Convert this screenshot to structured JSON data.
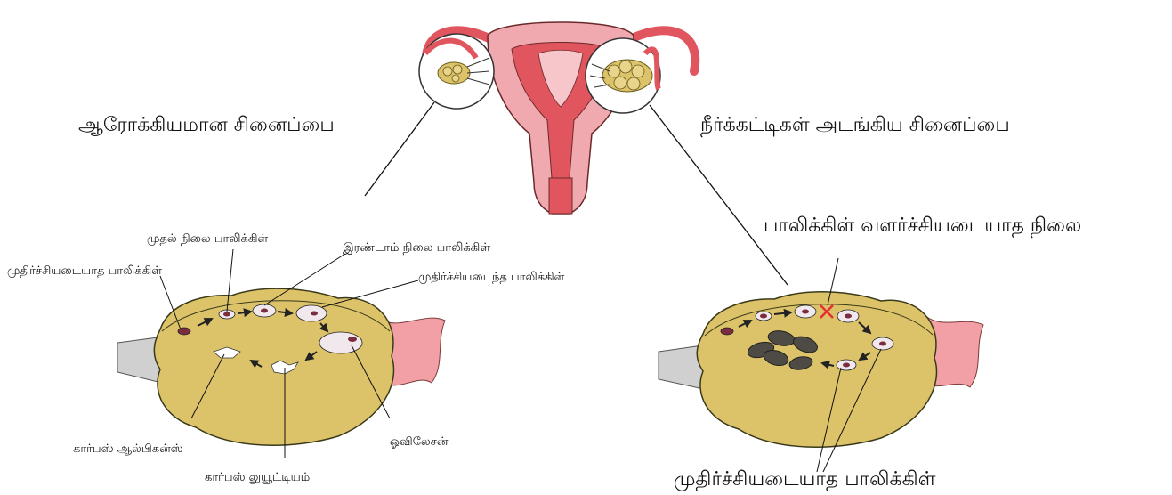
{
  "headings": {
    "healthy_ovary": "ஆரோக்கியமான சினைப்பை",
    "cystic_ovary": "நீர்க்கட்டிகள் அடங்கிய சினைப்பை",
    "follicles_not_developed": "பாலிக்கிள் வளர்ச்சியடையாத நிலை"
  },
  "left_labels": {
    "primary_follicles": "முதல் நிலை பாலிக்கிள்",
    "immature_follicles": "முதிர்ச்சியடையாத பாலிக்கிள்",
    "secondary_follicles": "இரண்டாம் நிலை பாலிக்கிள்",
    "mature_follicles": "முதிர்ச்சியடைந்த பாலிக்கிள்",
    "corpus_albicans": "கார்பஸ் ஆல்பிகன்ஸ்",
    "ovulation": "ஓவிலேசன்",
    "corpus_luteum": "கார்பஸ் லுயூட்டியம்"
  },
  "right_labels": {
    "immature_follicles": "முதிர்ச்சியடையாத பாலிக்கிள்"
  },
  "colors": {
    "ovary_fill": "#dcc36a",
    "ovary_stroke": "#3a3a1a",
    "uterus_fill": "#f1a9b0",
    "uterus_inner": "#e0555e",
    "ligament": "#d0d0d0",
    "fimbria": "#f2a0a6",
    "follicle_dot": "#7a2d3e",
    "cyst": "#4e4a44",
    "x_mark": "#e53030"
  }
}
